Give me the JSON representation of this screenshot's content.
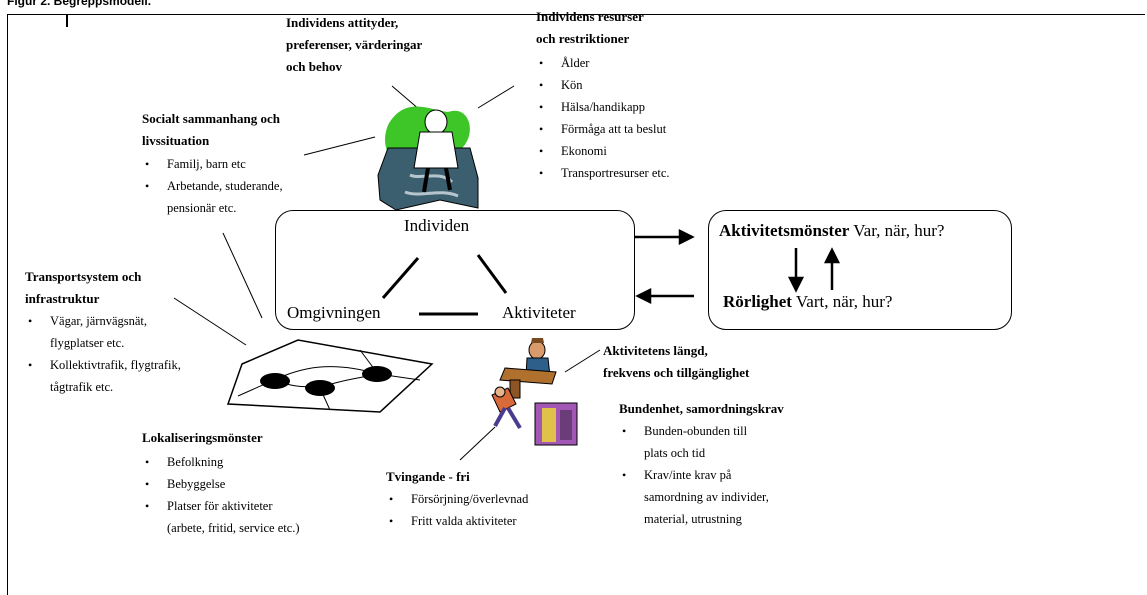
{
  "header": "Figur 2. Begreppsmodell.",
  "attitudes": {
    "title": [
      "Individens attityder,",
      "preferenser, värderingar",
      "och behov"
    ]
  },
  "resources": {
    "title": [
      "Individens resurser",
      "och restriktioner"
    ],
    "items": [
      "Ålder",
      "Kön",
      "Hälsa/handikapp",
      "Förmåga att ta beslut",
      "Ekonomi",
      "Transportresurser etc."
    ]
  },
  "social": {
    "title": [
      "Socialt sammanhang och",
      "livssituation"
    ],
    "items": [
      [
        "Familj, barn etc"
      ],
      [
        "Arbetande, studerande,",
        "pensionär etc."
      ]
    ]
  },
  "triangle": {
    "top": "Individen",
    "left": "Omgivningen",
    "right": "Aktiviteter"
  },
  "pattern": {
    "top_bold": "Aktivitetsmönster",
    "top_rest": "Var, när, hur?",
    "bottom_bold": "Rörlighet",
    "bottom_rest": "Vart, när, hur?"
  },
  "transport": {
    "title": [
      "Transportsystem och",
      "infrastruktur"
    ],
    "items": [
      [
        "Vägar, järnvägsnät,",
        "flygplatser etc."
      ],
      [
        "Kollektivtrafik, flygtrafik,",
        "tågtrafik etc."
      ]
    ]
  },
  "duration": {
    "title": [
      "Aktivitetens längd,",
      "frekvens och tillgänglighet"
    ]
  },
  "bound": {
    "title": "Bundenhet, samordningskrav",
    "items": [
      [
        "Bunden-obunden till",
        "plats och tid"
      ],
      [
        "Krav/inte krav på",
        "samordning av individer,",
        "material, utrustning"
      ]
    ]
  },
  "location": {
    "title": "Lokaliseringsmönster",
    "items": [
      [
        "Befolkning"
      ],
      [
        "Bebyggelse"
      ],
      [
        "Platser för aktiviteter",
        "(arbete, fritid, service etc.)"
      ]
    ]
  },
  "force": {
    "title": "Tvingande - fri",
    "items": [
      [
        "Försörjning/överlevnad"
      ],
      [
        "Fritt valda aktiviteter"
      ]
    ]
  },
  "bullet": "•"
}
